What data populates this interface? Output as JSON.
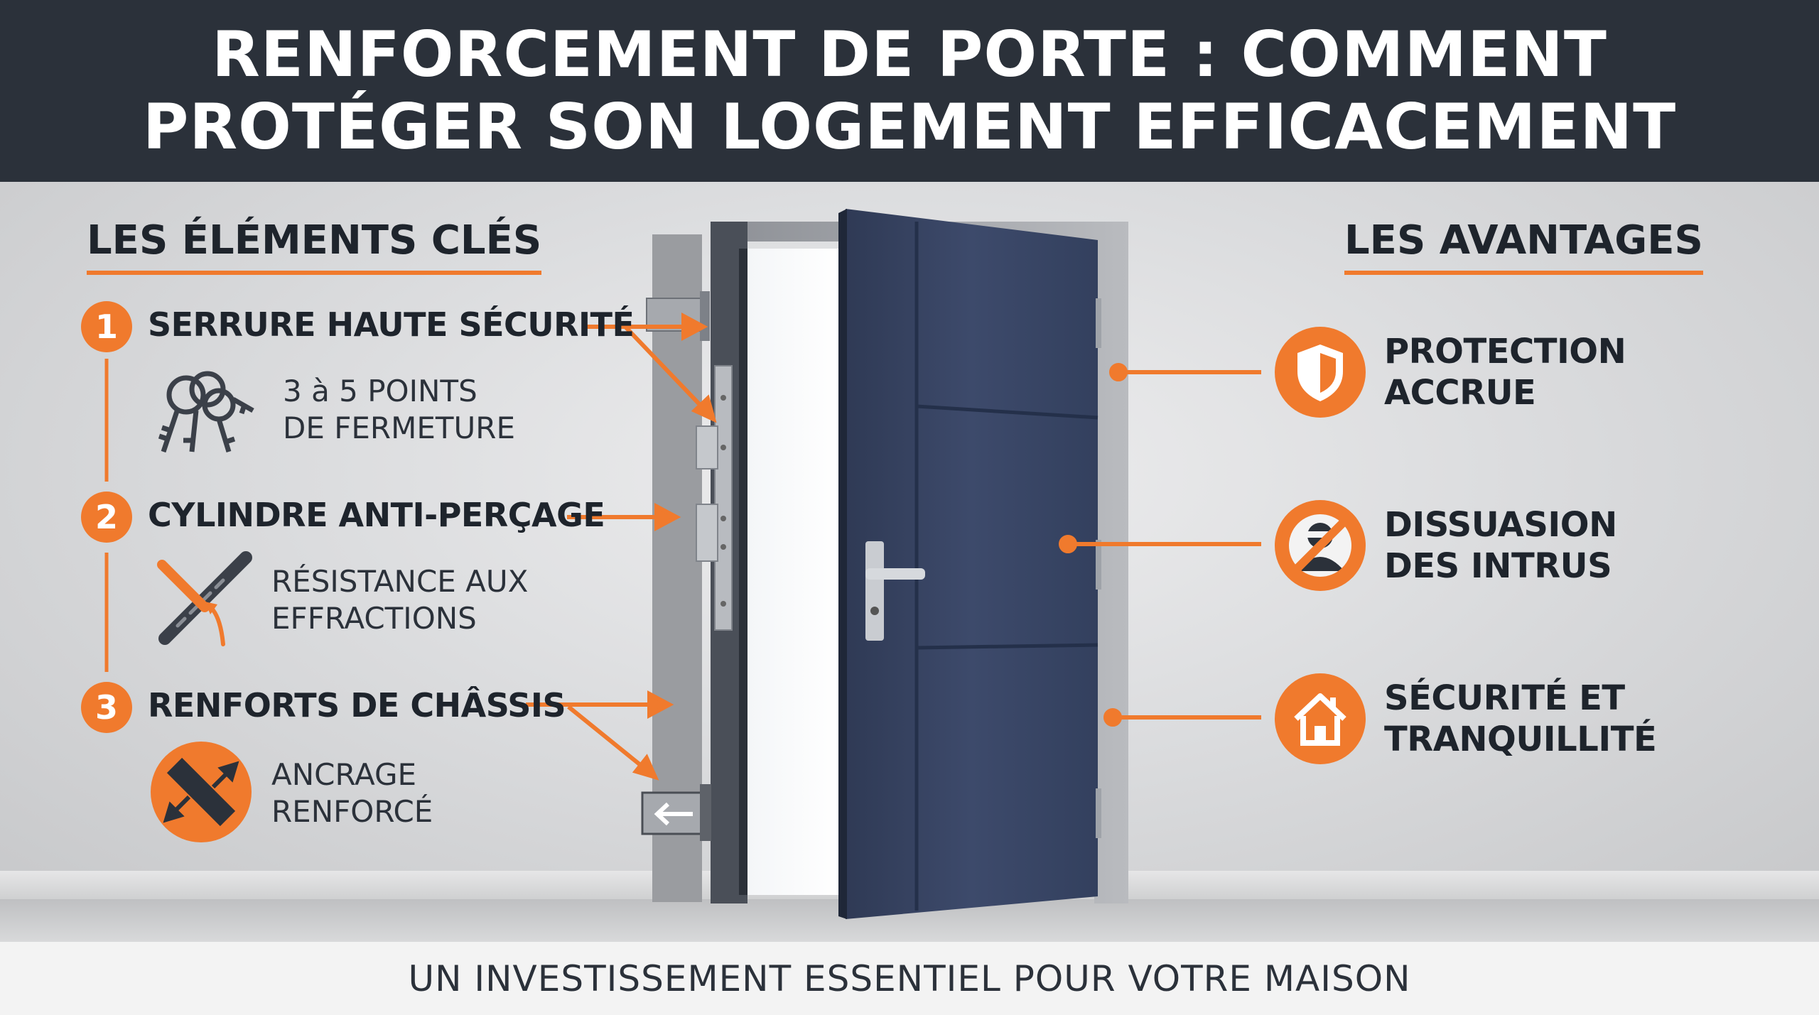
{
  "header": {
    "title_line1": "RENFORCEMENT DE PORTE : COMMENT",
    "title_line2": "PROTÉGER SON LOGEMENT EFFICACEMENT"
  },
  "left": {
    "section_title": "LES ÉLÉMENTS CLÉS",
    "items": [
      {
        "number": "1",
        "title": "SERRURE HAUTE SÉCURITÉ",
        "desc_line1": "3 à 5 POINTS",
        "desc_line2": "DE FERMETURE",
        "icon": "keys-icon"
      },
      {
        "number": "2",
        "title": "CYLINDRE ANTI-PERÇAGE",
        "desc_line1": "RÉSISTANCE AUX",
        "desc_line2": "EFFRACTIONS",
        "icon": "drill-bit-icon"
      },
      {
        "number": "3",
        "title": "RENFORTS DE CHÂSSIS",
        "desc_line1": "ANCRAGE",
        "desc_line2": "RENFORCÉ",
        "icon": "anchor-bar-icon"
      }
    ]
  },
  "right": {
    "section_title": "LES AVANTAGES",
    "items": [
      {
        "line1": "PROTECTION",
        "line2": "ACCRUE",
        "icon": "shield-icon"
      },
      {
        "line1": "DISSUASION",
        "line2": "DES INTRUS",
        "icon": "no-burglar-icon"
      },
      {
        "line1": "SÉCURITÉ ET",
        "line2": "TRANQUILLITÉ",
        "icon": "house-icon"
      }
    ]
  },
  "footer": {
    "tagline": "UN INVESTISSEMENT ESSENTIEL POUR VOTRE MAISON"
  },
  "colors": {
    "accent": "#f07a2d",
    "header_bg": "#2b313a",
    "door": "#3a4766",
    "text": "#1e242c"
  }
}
